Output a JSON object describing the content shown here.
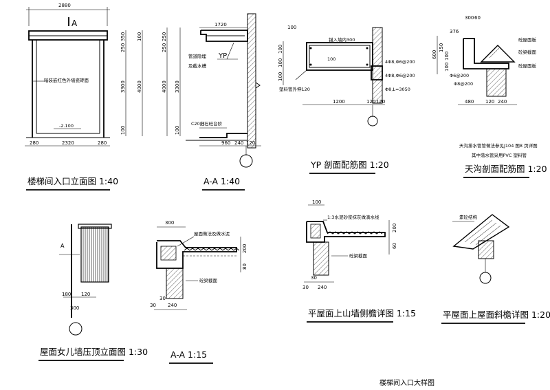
{
  "sheet_title": "楼梯间入口大样图",
  "d1": {
    "title": "楼梯间入口立面图 1:40",
    "section_mark": "A",
    "top_dim": "2880",
    "note": "暗装嵌红色外墙瓷砖面",
    "level": "-2.100",
    "bottom_dims": [
      "280",
      "2320",
      "280"
    ],
    "right_dims_a": [
      "350",
      "250",
      "3300",
      "100"
    ],
    "right_dims_b": [
      "100",
      "4000"
    ]
  },
  "d2": {
    "title": "A-A 1:40",
    "label_yp": "YP",
    "dim_top": "1720",
    "note1": "管道隐埋",
    "note2": "及截水槽",
    "c20": "C20细石砼台阶",
    "left_dims_a": [
      "250",
      "250",
      "3300",
      "100"
    ],
    "left_dims_b": [
      "4000"
    ],
    "bottom_dims": [
      "960",
      "240",
      "120"
    ]
  },
  "d3": {
    "title": "YP 剖面配筋图 1:20",
    "top_dim": "100",
    "note_top": "锚入墙内300",
    "rebar1": "4Φ8,Φ6@200",
    "rebar2": "4Φ8,Φ6@200",
    "rebar3": "Φ8,L=3050",
    "note_left": "塑料管外伸120",
    "dim_mid": "100",
    "bottom_dims": [
      "1200",
      "120",
      "120"
    ],
    "side_dims": [
      "100",
      "100",
      "100"
    ]
  },
  "d4": {
    "title": "天沟剖面配筋图 1:20",
    "dims_top": [
      "300",
      "60"
    ],
    "dim_376": "376",
    "left_dims": [
      "600",
      "150",
      "100",
      "100"
    ],
    "notes": [
      "砼屋面板",
      "砼梁截面",
      "砼屋面板"
    ],
    "rebar": "Φ6@200",
    "rebar2": "Φ8@200",
    "bottom_dims": [
      "480",
      "120",
      "240"
    ],
    "caption1": "天沟排水管管做法参见J104 图8 页详图",
    "caption2": "其中落水管采用PVC 塑料管"
  },
  "d5": {
    "title": "屋面女儿墙压顶立面图 1:30",
    "mark": "A",
    "bottom_dims": [
      "180",
      "120"
    ],
    "dim_300": "300"
  },
  "d6": {
    "title": "A-A 1:15",
    "top_dim": "300",
    "note1": "屋面做法及做水泥",
    "note2": "砼梁截面",
    "side_dims": [
      "200",
      "80"
    ],
    "bottom_dims": [
      "30",
      "240"
    ],
    "dim_30": "30"
  },
  "d7": {
    "title": "平屋面上山墙侧檐详图 1:15",
    "top_dim": "100",
    "note1": "1:3水泥砂浆抹灰做滴水线",
    "note2": "砼梁截面",
    "side_dims": [
      "200",
      "60"
    ],
    "bottom_dims": [
      "30",
      "240"
    ],
    "dim_30": "30"
  },
  "d8": {
    "title": "平屋面上屋面斜檐详图 1:20",
    "note": "素砼结构"
  }
}
